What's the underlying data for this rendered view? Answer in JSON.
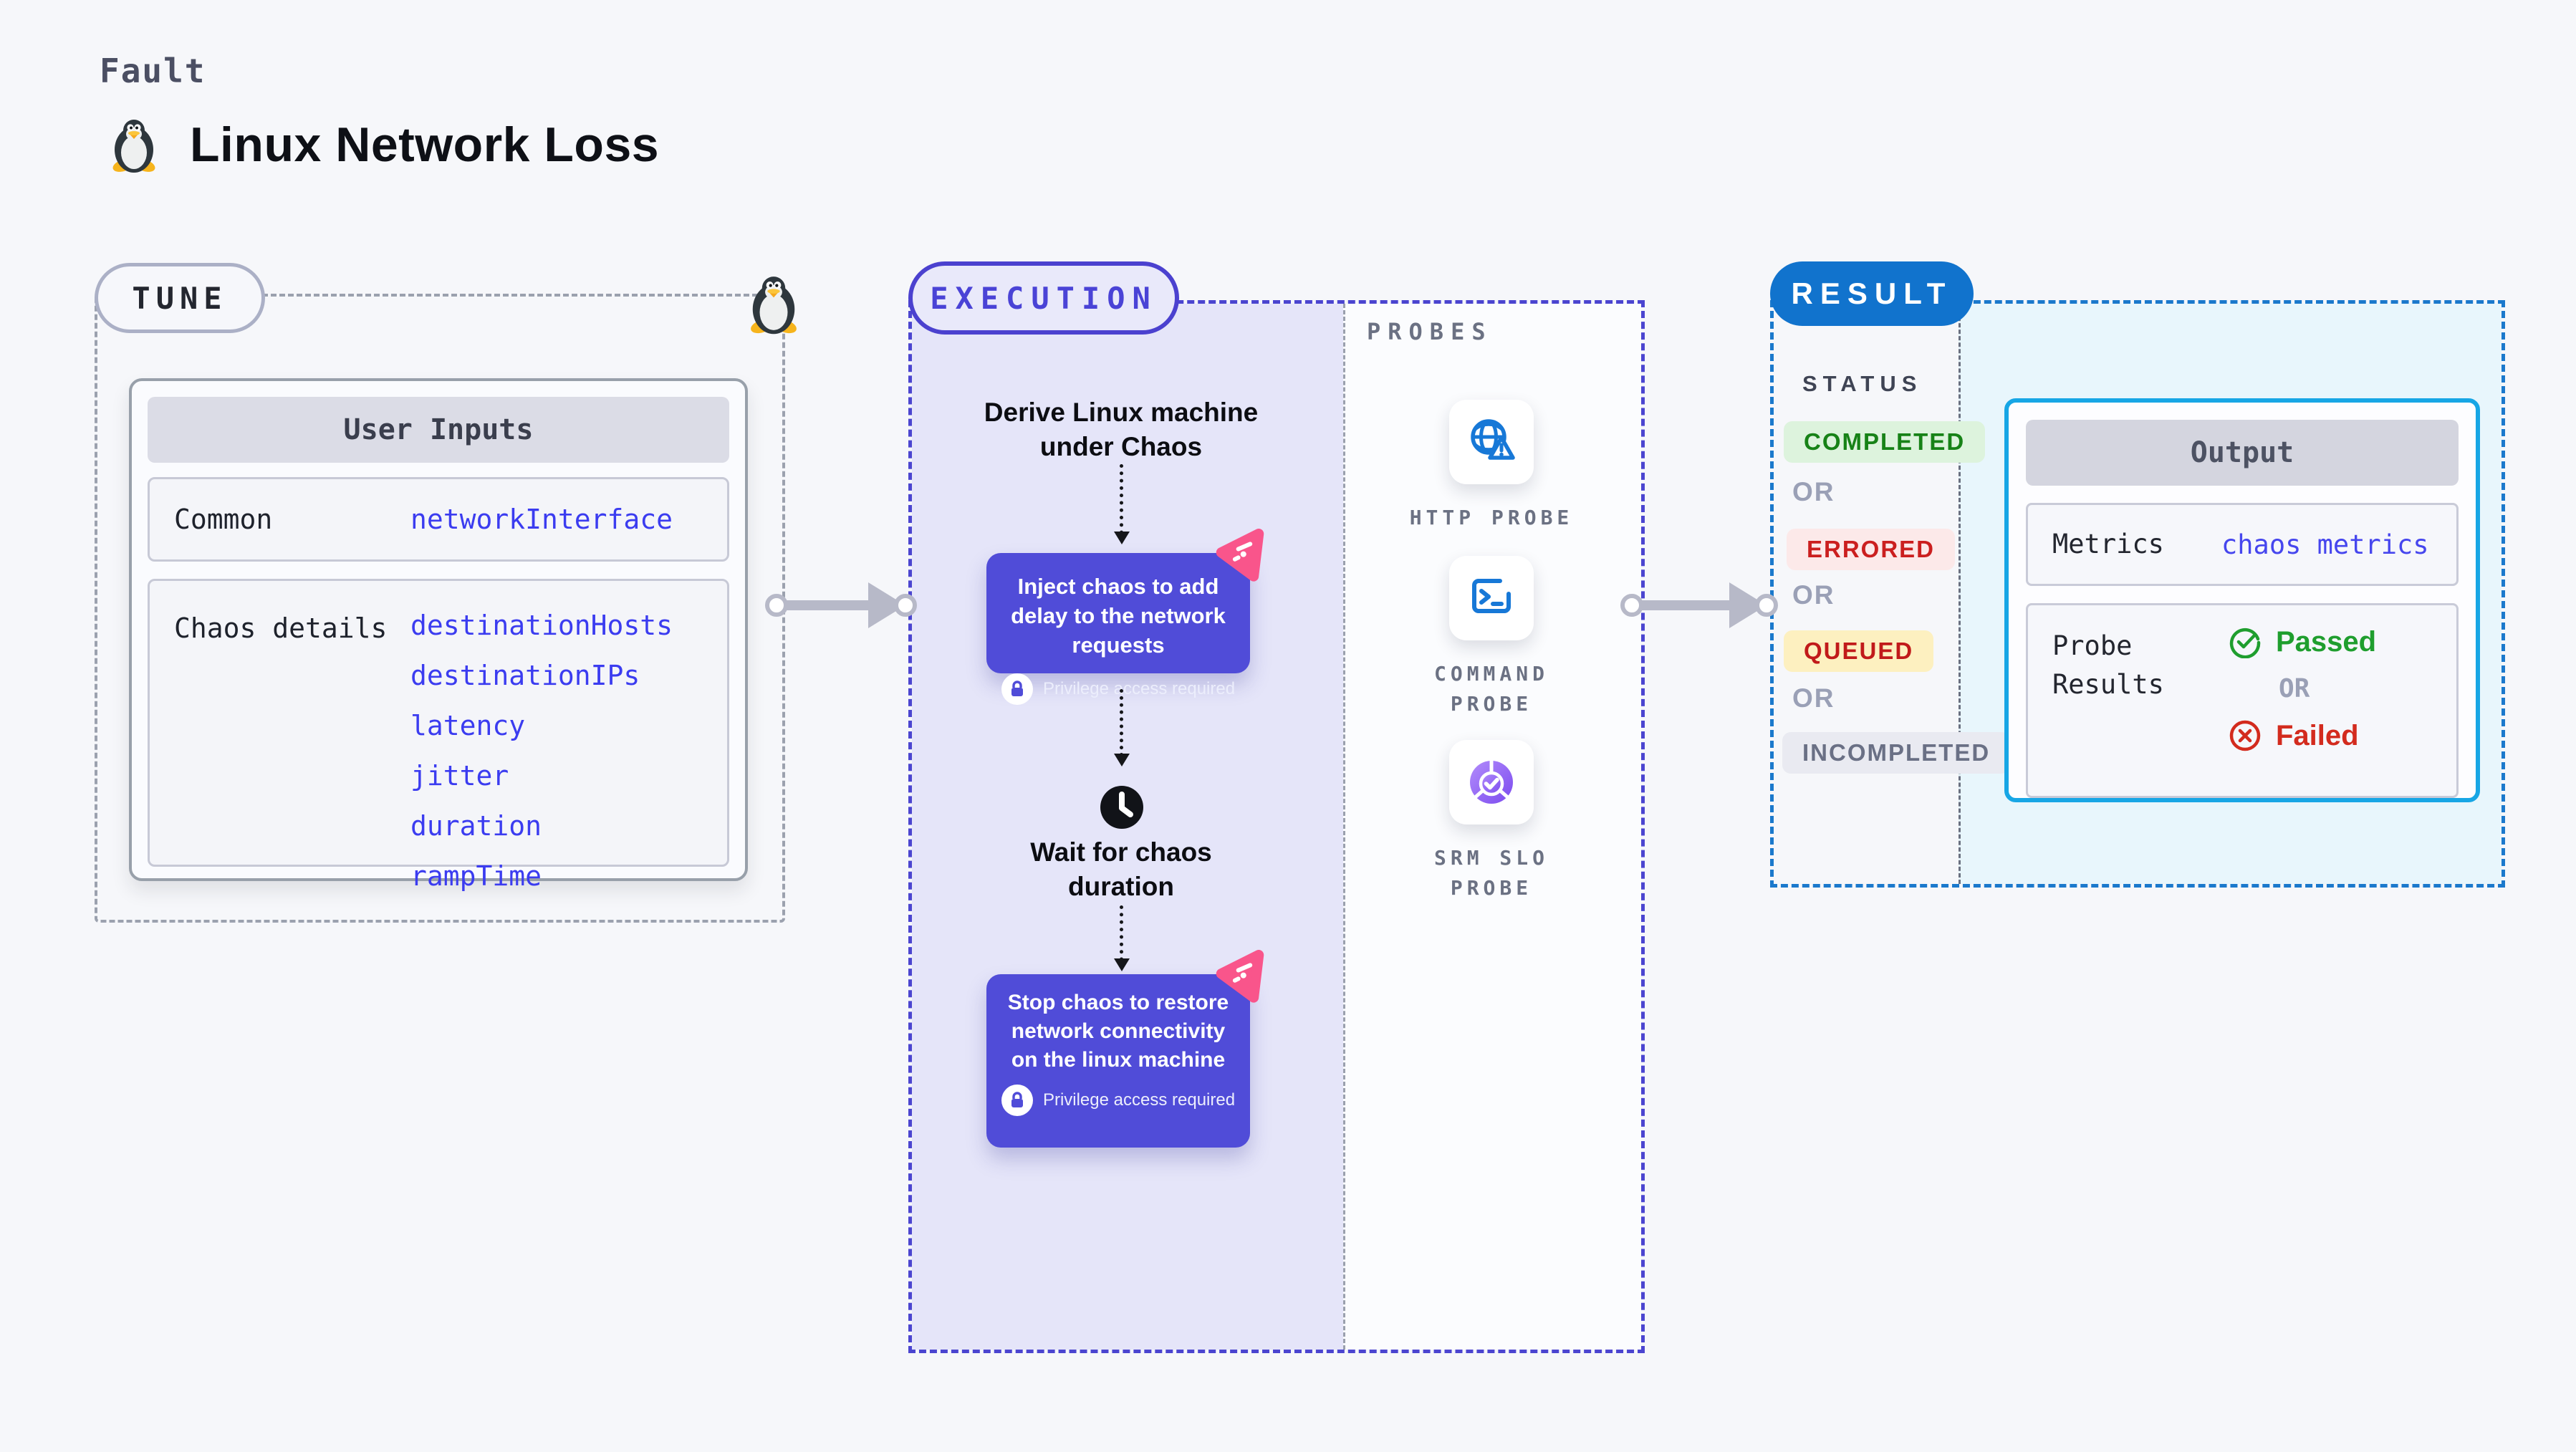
{
  "page": {
    "kicker": "Fault",
    "title": "Linux Network Loss"
  },
  "tune": {
    "label": "TUNE",
    "card_title": "User Inputs",
    "rows": [
      {
        "label": "Common",
        "values": [
          "networkInterface"
        ]
      },
      {
        "label": "Chaos details",
        "values": [
          "destinationHosts",
          "destinationIPs",
          "latency",
          "jitter",
          "duration",
          "rampTime"
        ]
      }
    ]
  },
  "execution": {
    "label": "EXECUTION",
    "steps": {
      "derive": "Derive Linux machine under Chaos",
      "inject": "Inject chaos to add delay to the network requests",
      "wait": "Wait for chaos duration",
      "stop": "Stop chaos to restore network connectivity on the linux machine",
      "privilege": "Privilege access required"
    }
  },
  "probes": {
    "label": "PROBES",
    "items": [
      {
        "name": "HTTP PROBE",
        "icon": "globe-warning-icon"
      },
      {
        "name": "COMMAND PROBE",
        "icon": "terminal-icon"
      },
      {
        "name": "SRM SLO PROBE",
        "icon": "slo-pie-check-icon"
      }
    ]
  },
  "result": {
    "label": "RESULT",
    "status_label": "STATUS",
    "or_label": "OR",
    "statuses": [
      {
        "label": "COMPLETED",
        "fg": "#178217",
        "bg": "#ddf3dd"
      },
      {
        "label": "ERRORED",
        "fg": "#cb1f1f",
        "bg": "#fce9e9"
      },
      {
        "label": "QUEUED",
        "fg": "#c11a1a",
        "bg": "#fdf0c0"
      },
      {
        "label": "INCOMPLETED",
        "fg": "#6a7085",
        "bg": "#e9eaf1"
      }
    ],
    "output": {
      "title": "Output",
      "metrics_label": "Metrics",
      "metrics_value": "chaos metrics",
      "probe_results_label": "Probe Results",
      "passed": "Passed",
      "or_label": "OR",
      "failed": "Failed"
    }
  },
  "colors": {
    "page_bg": "#f6f7fa",
    "indigo_accent": "#4b45d0",
    "chaos_node": "#504cd8",
    "result_blue": "#1173cd",
    "output_border_cyan": "#17a6e5",
    "output_fill_cyan": "#e8f6fc",
    "execution_fill": "#e5e5f9",
    "param_blue": "#3b3cf0",
    "arrow_gray": "#b7b9c8",
    "probe_icon_blue": "#1778d7",
    "slo_purple": "#8e5cf0",
    "chaos_badge_pink": "#f9558b",
    "passed_green": "#1f9e2e",
    "failed_red": "#d32b1e"
  }
}
